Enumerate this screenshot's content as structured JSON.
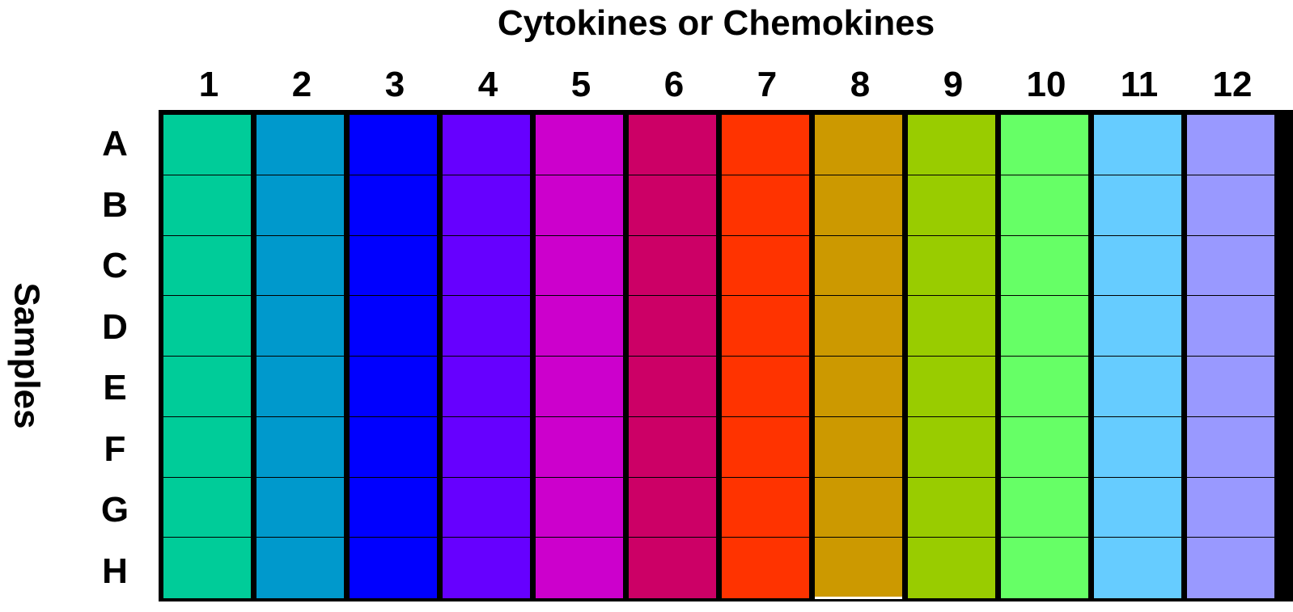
{
  "title": "Cytokines or Chemokines",
  "y_title": "Samples",
  "columns": [
    {
      "label": "1",
      "color": "#00CC99"
    },
    {
      "label": "2",
      "color": "#0099CC"
    },
    {
      "label": "3",
      "color": "#0000FF"
    },
    {
      "label": "4",
      "color": "#6600FF"
    },
    {
      "label": "5",
      "color": "#CC00CC"
    },
    {
      "label": "6",
      "color": "#CC0066"
    },
    {
      "label": "7",
      "color": "#FF3300"
    },
    {
      "label": "8",
      "color": "#CC9900"
    },
    {
      "label": "9",
      "color": "#99CC00"
    },
    {
      "label": "10",
      "color": "#66FF66"
    },
    {
      "label": "11",
      "color": "#66CCFF"
    },
    {
      "label": "12",
      "color": "#9999FF"
    }
  ],
  "rows": [
    "A",
    "B",
    "C",
    "D",
    "E",
    "F",
    "G",
    "H"
  ]
}
